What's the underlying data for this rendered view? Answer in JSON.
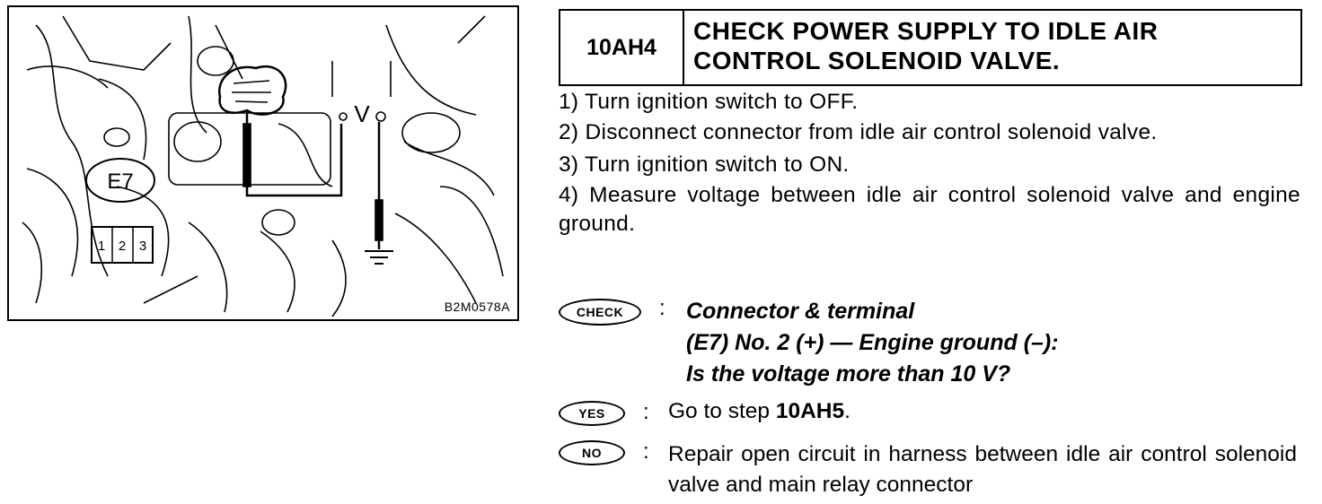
{
  "figure": {
    "code": "B2M0578A",
    "connector_label": "E7",
    "terminal_labels": [
      "1",
      "2",
      "3"
    ],
    "meter_label": "V"
  },
  "header": {
    "step_id": "10AH4",
    "title": "CHECK POWER SUPPLY TO IDLE AIR CONTROL SOLENOID VALVE."
  },
  "steps": [
    "1) Turn ignition switch to OFF.",
    "2) Disconnect connector from idle air control solenoid valve.",
    "3) Turn ignition switch to ON.",
    "4) Measure voltage between idle air control solenoid valve and engine ground."
  ],
  "check": {
    "badge": "CHECK",
    "line1": "Connector & terminal",
    "line2": "(E7) No. 2 (+) — Engine ground (–):",
    "line3": "Is the voltage more than 10 V?"
  },
  "yes": {
    "badge": "YES",
    "prefix": "Go to step ",
    "target": "10AH5",
    "suffix": "."
  },
  "no": {
    "badge": "NO",
    "text": "Repair open circuit in harness between idle air control solenoid valve and main relay connector"
  }
}
